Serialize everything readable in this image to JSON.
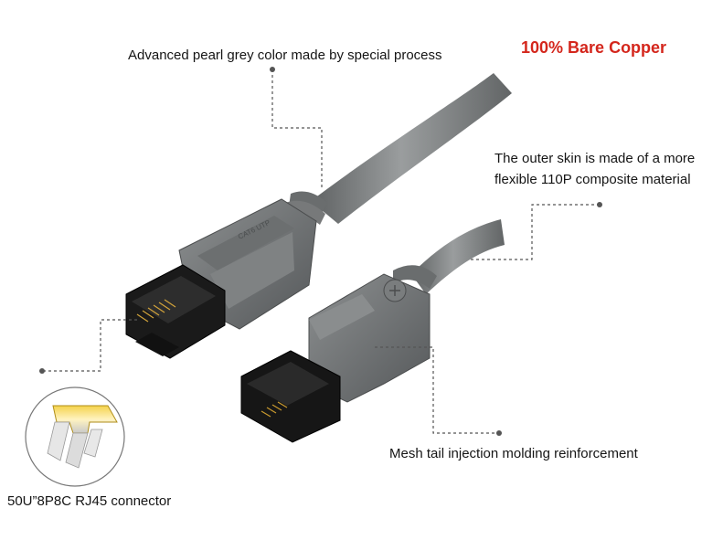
{
  "headline": "100% Bare Copper",
  "annotations": {
    "color": "Advanced pearl grey color made by special process",
    "outer_skin_line1": "The outer skin is made of a more",
    "outer_skin_line2": "flexible 110P composite material",
    "mesh_tail": "Mesh tail injection molding reinforcement",
    "connector": "50U”8P8C RJ45 connector"
  },
  "colors": {
    "headline": "#d4261c",
    "cable_grey": "#7c7f80",
    "connector_black": "#161616",
    "gold_contact": "#e2b21d"
  }
}
